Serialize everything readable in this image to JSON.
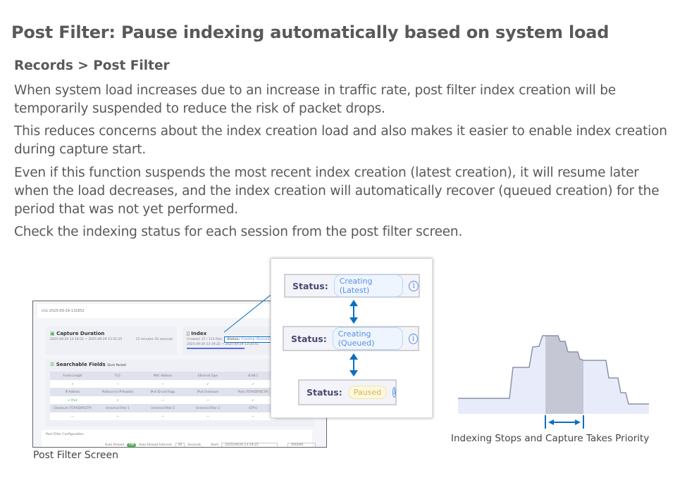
{
  "title": "Post Filter: Pause indexing automatically based on system load",
  "breadcrumb": "Records > Post Filter",
  "paragraphs": [
    "When system load increases due to an increase in traffic rate, post filter index creation will be temporarily suspended to reduce the risk of packet drops.",
    "This reduces concerns about the index creation load and also makes it easier to enable index creation during capture start.",
    "Even if this function suspends the most recent index creation (latest creation), it will resume later when the load decreases, and the index creation will automatically recover (queued creation) for the period that was not yet performed.",
    "Check the indexing status for each session from the post filter screen."
  ],
  "screen": {
    "session": "ch1-2025-09-29-131852",
    "capture_duration": {
      "title": "Capture Duration",
      "range": "2025-09-29 13:18:52 ~ 2025-09-29 13:31:25",
      "length": "12 minutes 33 seconds"
    },
    "index": {
      "title": "Index",
      "created": "Created: 37 / 113 files",
      "status_label": "Status:",
      "status": "Creating (Queued)",
      "range": "2025-09-29 13:19:25 ~ 2025-09-29 13:20:41",
      "progress_percent": 33
    },
    "searchable": {
      "title": "Searchable Fields",
      "note": "(Each Packet)",
      "rows": [
        [
          "Frame Length",
          "FCS",
          "MAC Address",
          "Ethernet Type",
          "VLAN 1"
        ],
        [
          "✔",
          "—",
          "—",
          "✔",
          "✔"
        ],
        [
          "IP Address",
          "Protocol (in IP Header)",
          "IPv4 ID and Flags",
          "IPv4 Checksum",
          "Ports (TCP/UDP/SCTP)"
        ],
        [
          "✔ IPv4",
          "✔",
          "—",
          "—",
          "✔"
        ],
        [
          "Checksum (TCP/UDP/SCTP)",
          "Universal Filter 1",
          "Universal Filter 2",
          "Universal Filter 3",
          "GTP-U"
        ],
        [
          "—",
          "—",
          "—",
          "—",
          "—"
        ]
      ]
    },
    "config": {
      "title": "Post Filter Configuration",
      "auto_reload": "Auto Reload",
      "toggle": "ON",
      "interval_label": "Auto Reload Interval:",
      "interval": "30",
      "seconds": "Seconds",
      "start": "Start",
      "start_value": "2025/09/29 13:19:25",
      "end_value": "000000"
    }
  },
  "screen_caption": "Post Filter Screen",
  "statuses": {
    "label": "Status:",
    "latest": "Creating (Latest)",
    "queued": "Creating (Queued)",
    "paused": "Paused"
  },
  "chart_caption": "Indexing Stops and Capture Takes Priority",
  "colors": {
    "arrow": "#0b6fc0",
    "area": "#e8ebfa",
    "paused_band": "#c5c8d4",
    "highlight": "#0b6fc0"
  }
}
